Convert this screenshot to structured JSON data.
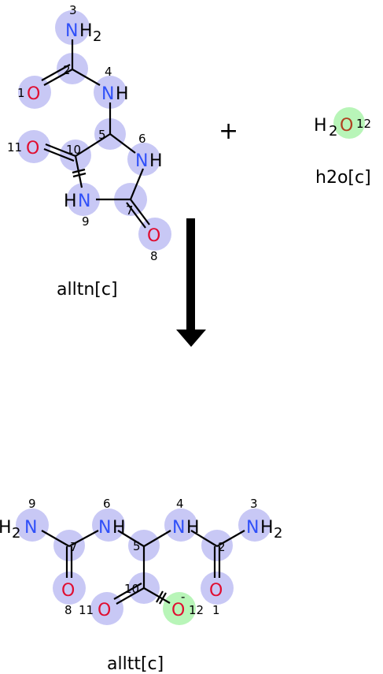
{
  "reactants": [
    {
      "name": "alltn[c]"
    },
    {
      "name": "h2o[c]",
      "formula_main": "H",
      "formula_sub": "2",
      "formula_o": "O",
      "atom_index": "12"
    }
  ],
  "products": [
    {
      "name": "alltt[c]"
    }
  ],
  "operator": "+",
  "alltn_atoms": {
    "n3": "N",
    "h3": "H",
    "s3": "2",
    "i3": "3",
    "c2": "2",
    "o1": "O",
    "i1": "1",
    "n4": "N",
    "h4": "H",
    "i4": "4",
    "c5": "5",
    "n6": "N",
    "h6": "H",
    "i6": "6",
    "o11": "O",
    "i11": "11",
    "c10": "10",
    "h9": "H",
    "n9": "N",
    "i9": "9",
    "c7": "7",
    "o8": "O",
    "i8": "8"
  },
  "alltt_atoms": {
    "h9": "H",
    "s9": "2",
    "n9": "N",
    "i9": "9",
    "c7": "7",
    "o8": "O",
    "i8": "8",
    "n6": "N",
    "h6": "H",
    "i6": "6",
    "c5": "5",
    "n4": "N",
    "h4": "H",
    "i4": "4",
    "c2": "2",
    "o1": "O",
    "i1": "1",
    "n3": "N",
    "h3": "H",
    "s3": "2",
    "i3": "3",
    "c10": "10",
    "o11": "O",
    "i11": "11",
    "o12": "O",
    "i12": "12",
    "charge": "-"
  }
}
